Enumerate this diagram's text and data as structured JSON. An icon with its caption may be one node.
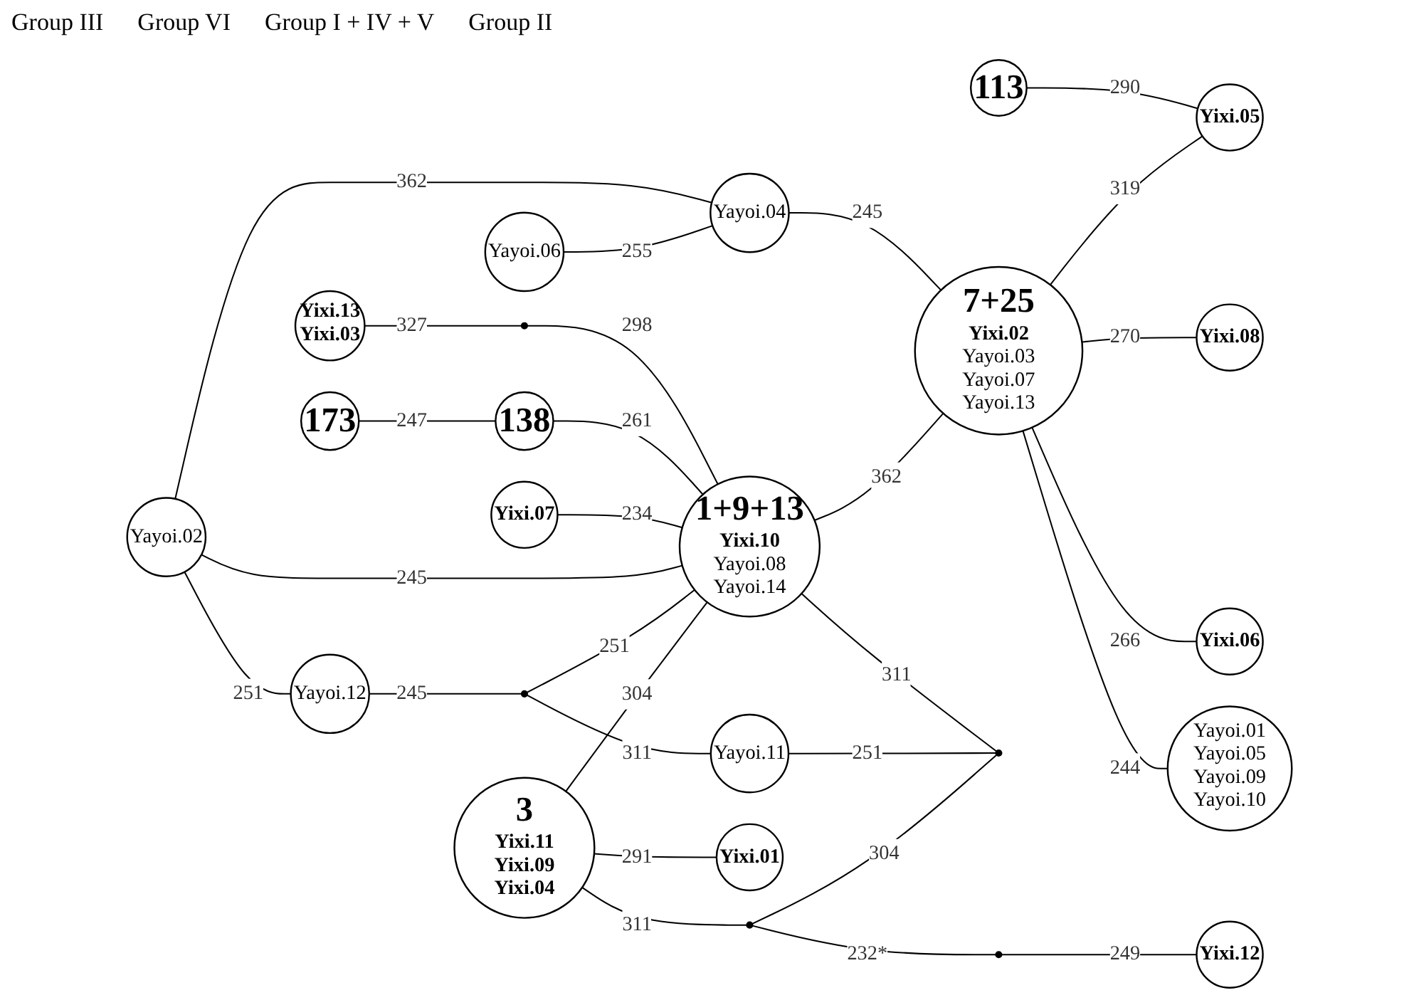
{
  "diagram": {
    "nodes": [
      {
        "text": [
          "173"
        ]
      },
      {
        "text": [
          "Yixi.13",
          "Yixi.03"
        ]
      },
      {
        "text": [
          "Yayoi.12"
        ]
      },
      {
        "text": [
          "Yayoi.06"
        ]
      },
      {
        "text": [
          "138"
        ]
      },
      {
        "text": [
          "Yixi.07"
        ]
      },
      {
        "text": [
          "Yayoi.02"
        ]
      },
      {
        "text": [
          "Yayoi.04"
        ]
      },
      {
        "text": [
          "113"
        ]
      },
      {
        "text": [],
        "shape": "circle"
      },
      {
        "text": [],
        "shape": "circle"
      },
      {
        "text": [
          "3",
          "Yixi.11",
          "Yixi.09",
          "Yixi.04"
        ]
      },
      {
        "text": [
          "1+9+13",
          "Yixi.10",
          "Yayoi.08",
          "Yayoi.14"
        ]
      },
      {
        "text": [
          "Yixi.05"
        ]
      },
      {
        "text": [
          "7+25",
          "Yixi.02",
          "Yayoi.03",
          "Yayoi.07",
          "Yayoi.13"
        ]
      },
      {
        "text": [
          "Yayoi.11"
        ]
      },
      {
        "text": [
          "Yixi.01"
        ]
      },
      {
        "text": [],
        "shape": "circle"
      },
      {
        "text": [],
        "shape": "circle"
      },
      {
        "text": [
          "Yixi.08"
        ]
      },
      {
        "text": [],
        "shape": "circle"
      },
      {
        "text": [
          "Yixi.06"
        ]
      },
      {
        "text": [
          "Yayoi.01",
          "Yayoi.05",
          "Yayoi.09",
          "Yayoi.10"
        ]
      },
      {
        "text": [
          "Yixi.12"
        ]
      }
    ],
    "edges": [
      {
        "from": 0,
        "to": 4,
        "arrow": "none",
        "label": "247"
      },
      {
        "from": 1,
        "to": 9,
        "arrow": "none",
        "label": "327"
      },
      {
        "from": 9,
        "to": 12,
        "arrow": "none",
        "label": "298"
      },
      {
        "from": 4,
        "to": 12,
        "arrow": "none",
        "label": "261"
      },
      {
        "from": 5,
        "to": 12,
        "arrow": "none",
        "label": "234"
      },
      {
        "from": 6,
        "to": 12,
        "arrow": "none",
        "label": "245"
      },
      {
        "from": 6,
        "to": 2,
        "arrow": "none",
        "label": "251"
      },
      {
        "from": 2,
        "to": 10,
        "arrow": "none",
        "label": "245"
      },
      {
        "from": 6,
        "to": 7,
        "arrow": "none",
        "label": "362"
      },
      {
        "from": 3,
        "to": 7,
        "arrow": "none",
        "label": "255"
      },
      {
        "from": 7,
        "to": 14,
        "arrow": "none",
        "label": "245"
      },
      {
        "from": 8,
        "to": 13,
        "arrow": "none",
        "label": "290"
      },
      {
        "from": 10,
        "to": 12,
        "arrow": "none",
        "label": "251"
      },
      {
        "from": 10,
        "to": 15,
        "arrow": "none",
        "label": "311"
      },
      {
        "from": 12,
        "to": 14,
        "arrow": "none",
        "label": "362"
      },
      {
        "from": 14,
        "to": 13,
        "arrow": "none",
        "label": "319"
      },
      {
        "from": 11,
        "to": 12,
        "arrow": "none",
        "label": "304"
      },
      {
        "from": 11,
        "to": 16,
        "arrow": "none",
        "label": "291"
      },
      {
        "from": 11,
        "to": 17,
        "arrow": "none",
        "label": "311"
      },
      {
        "from": 12,
        "to": 18,
        "arrow": "none",
        "label": "311"
      },
      {
        "from": 15,
        "to": 18,
        "arrow": "none",
        "label": "251"
      },
      {
        "from": 17,
        "to": 18,
        "arrow": "none",
        "label": "304"
      },
      {
        "from": 17,
        "to": 20,
        "arrow": "none",
        "label": "232*"
      },
      {
        "from": 20,
        "to": 23,
        "arrow": "none",
        "label": "249"
      },
      {
        "from": 14,
        "to": 19,
        "arrow": "none",
        "label": "270"
      },
      {
        "from": 14,
        "to": 21,
        "arrow": "none",
        "label": "266"
      },
      {
        "from": 14,
        "to": 22,
        "arrow": "none",
        "label": "244"
      }
    ],
    "labels": [
      "Group III",
      "Group VI",
      "Group I + IV + V",
      "Group II"
    ]
  }
}
